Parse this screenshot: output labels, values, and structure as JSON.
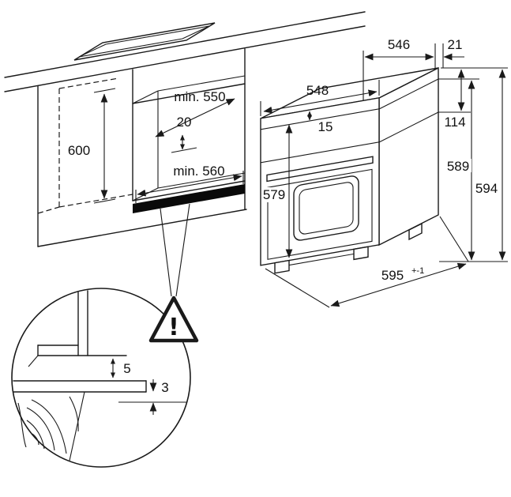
{
  "labels": {
    "cabinet": {
      "height": "600",
      "depth": "min. 550",
      "front_offset": "20",
      "width": "min. 560"
    },
    "oven": {
      "width": "548",
      "depth": "546",
      "rear_gap": "21",
      "top_trim": "15",
      "panel_height": "114",
      "body_height": "589",
      "total_height": "594",
      "front_height": "579",
      "base_depth": "595",
      "base_tolerance": "+-1"
    },
    "detail": {
      "top_gap": "5",
      "bottom_gap": "3",
      "warning_mark": "!"
    }
  },
  "colors": {
    "line": "#1a1a1a",
    "accent_black": "#0a0a0a",
    "background": "#ffffff"
  }
}
